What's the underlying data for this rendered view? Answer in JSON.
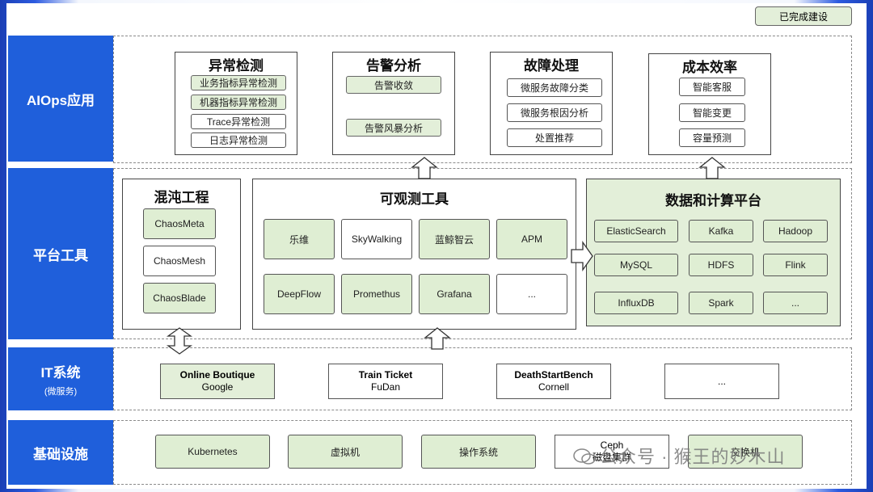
{
  "legend": "已完成建设",
  "layers": {
    "aiops": "AIOps应用",
    "platform": "平台工具",
    "it": "IT系统",
    "it_sub": "(微服务)",
    "infra": "基础设施"
  },
  "aiops": {
    "anomaly": {
      "title": "异常检测",
      "items": [
        "业务指标异常检测",
        "机器指标异常检测",
        "Trace异常检测",
        "日志异常检测"
      ]
    },
    "alert": {
      "title": "告警分析",
      "items": [
        "告警收敛",
        "告警风暴分析"
      ]
    },
    "fault": {
      "title": "故障处理",
      "items": [
        "微服务故障分类",
        "微服务根因分析",
        "处置推荐"
      ]
    },
    "cost": {
      "title": "成本效率",
      "items": [
        "智能客服",
        "智能变更",
        "容量预测"
      ]
    }
  },
  "platform": {
    "chaos": {
      "title": "混沌工程",
      "items": [
        "ChaosMeta",
        "ChaosMesh",
        "ChaosBlade"
      ]
    },
    "observe": {
      "title": "可观测工具",
      "items": [
        "乐维",
        "SkyWalking",
        "蓝鲸智云",
        "APM",
        "DeepFlow",
        "Promethus",
        "Grafana",
        "..."
      ]
    },
    "data": {
      "title": "数据和计算平台",
      "items": [
        "ElasticSearch",
        "Kafka",
        "Hadoop",
        "MySQL",
        "HDFS",
        "Flink",
        "InfluxDB",
        "Spark",
        "..."
      ]
    }
  },
  "it": [
    {
      "name": "Online Boutique",
      "org": "Google"
    },
    {
      "name": "Train Ticket",
      "org": "FuDan"
    },
    {
      "name": "DeathStartBench",
      "org": "Cornell"
    },
    {
      "name": "...",
      "org": ""
    }
  ],
  "infra": [
    "Kubernetes",
    "虚拟机",
    "操作系统",
    "Ceph",
    "交换机"
  ],
  "infra_ceph_sub": "磁盘集群",
  "watermark": "公众号 · 猴王的妙木山"
}
